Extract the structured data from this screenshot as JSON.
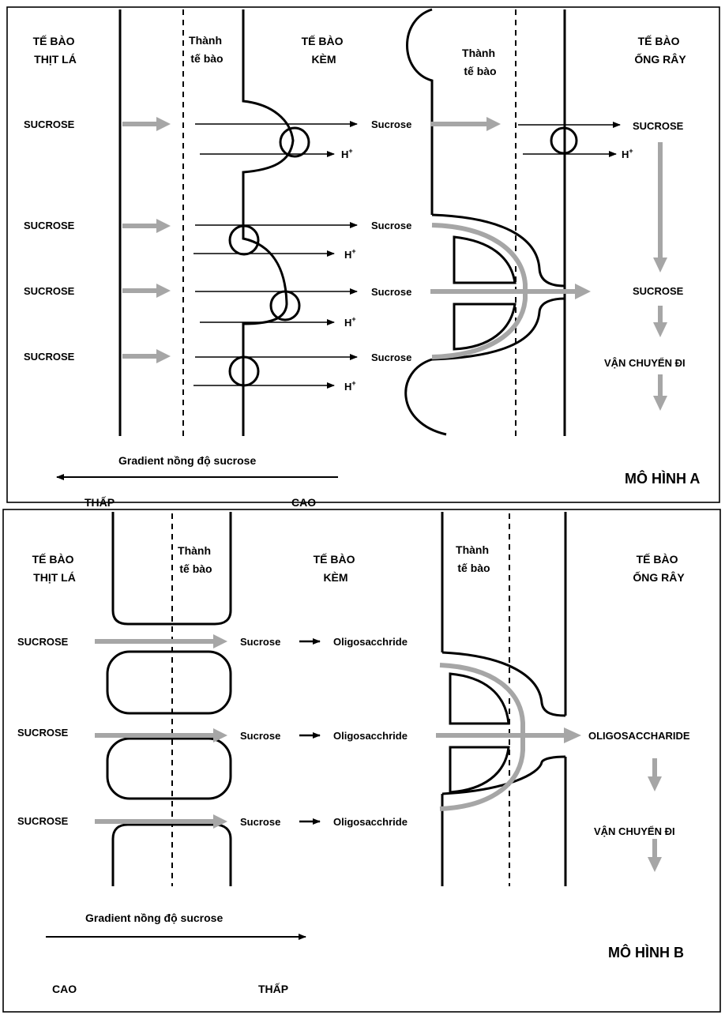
{
  "colors": {
    "gray_arrow": "#a6a6a6",
    "black": "#000000",
    "background": "#ffffff"
  },
  "model_a": {
    "title": "MÔ HÌNH A",
    "col_mesophyll": [
      "TẾ BÀO",
      "THỊT LÁ"
    ],
    "col_wall_left": [
      "Thành",
      "tế bào"
    ],
    "col_companion": [
      "TẾ BÀO",
      "KÈM"
    ],
    "col_wall_right": [
      "Thành",
      "tế bào"
    ],
    "col_sieve": [
      "TẾ BÀO",
      "ỐNG RÂY"
    ],
    "row_labels_left": [
      "SUCROSE",
      "SUCROSE",
      "SUCROSE",
      "SUCROSE"
    ],
    "row_labels_mid": [
      "Sucrose",
      "Sucrose",
      "Sucrose",
      "Sucrose"
    ],
    "proton_label": "H",
    "proton_sup": "+",
    "sieve_top": "SUCROSE",
    "sieve_mid": "SUCROSE",
    "transport": "VẬN CHUYỂN ĐI",
    "gradient": "Gradient nồng độ sucrose",
    "gradient_left": "THẤP",
    "gradient_right": "CAO"
  },
  "model_b": {
    "title": "MÔ HÌNH B",
    "col_mesophyll": [
      "TẾ BÀO",
      "THỊT LÁ"
    ],
    "col_wall_left": [
      "Thành",
      "tế bào"
    ],
    "col_companion": [
      "TẾ BÀO",
      "KÈM"
    ],
    "col_wall_right": [
      "Thành",
      "tế bào"
    ],
    "col_sieve": [
      "TẾ BÀO",
      "ỐNG RÂY"
    ],
    "row_labels_left": [
      "SUCROSE",
      "SUCROSE",
      "SUCROSE"
    ],
    "row_labels_mid": [
      "Sucrose",
      "Sucrose",
      "Sucrose"
    ],
    "row_labels_right": [
      "Oligosacchride",
      "Oligosacchride",
      "Oligosacchride"
    ],
    "sieve_label": "OLIGOSACCHARIDE",
    "transport": "VẬN CHUYỂN ĐI",
    "gradient": "Gradient nồng độ sucrose",
    "gradient_left": "CAO",
    "gradient_right": "THẤP"
  }
}
